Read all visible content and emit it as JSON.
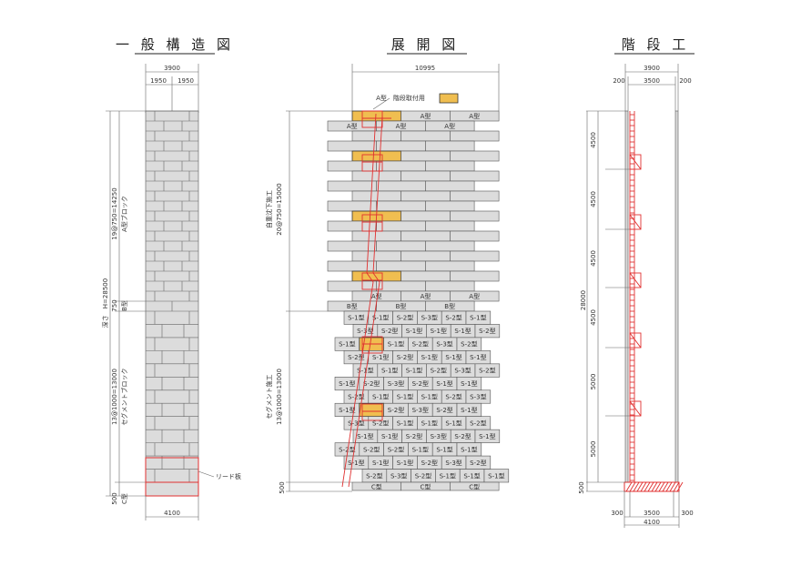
{
  "general": {
    "title": "一 般 構 造 図",
    "width_total": "3900",
    "width_half_left": "1950",
    "width_half_right": "1950",
    "depth": "深さ　H=28500",
    "a_dim": "19@750=14250",
    "a_label": "A型ブロック",
    "b_dim": "750",
    "b_label": "B型",
    "s_dim": "13@1000=13000",
    "s_label": "セグメントブロック",
    "c_dim": "500",
    "c_label": "C型",
    "bottom_width": "4100",
    "lead_plate": "リード板"
  },
  "development": {
    "title": "展 開 図",
    "width_total": "10995",
    "legend_label": "A型　階段取付用",
    "legend_color": "#f0be50",
    "self_sink_label": "自重沈下施工",
    "self_sink_dim": "20@750=15000",
    "segment_label": "セグメント施工",
    "segment_dim": "13@1000=13000",
    "c_dim": "500",
    "a_row1": [
      "",
      "A型",
      "A型"
    ],
    "a_row2": [
      "A型",
      "A型",
      "A型"
    ],
    "b_row": [
      "B型",
      "B型",
      "B型"
    ],
    "c_row": [
      "C型",
      "C型",
      "C型"
    ],
    "segment_rows": [
      [
        "S-1型",
        "S-1型",
        "S-2型",
        "S-3型",
        "S-2型",
        "S-1型"
      ],
      [
        "S-3型",
        "S-2型",
        "S-1型",
        "S-1型",
        "S-1型",
        "S-2型"
      ],
      [
        "S-1型",
        "",
        "S-1型",
        "S-2型",
        "S-3型",
        "S-2型"
      ],
      [
        "S-2型",
        "S-1型",
        "S-2型",
        "S-1型",
        "S-1型",
        "S-1型"
      ],
      [
        "S-1型",
        "S-1型",
        "S-1型",
        "S-2型",
        "S-3型",
        "S-2型"
      ],
      [
        "S-1型",
        "S-2型",
        "S-3型",
        "S-2型",
        "S-1型",
        "S-1型"
      ],
      [
        "S-2型",
        "S-1型",
        "S-1型",
        "S-1型",
        "S-2型",
        "S-3型"
      ],
      [
        "S-1型",
        "",
        "S-2型",
        "S-3型",
        "S-2型",
        "S-1型"
      ],
      [
        "S-3型",
        "S-2型",
        "S-1型",
        "S-1型",
        "S-1型",
        "S-2型"
      ],
      [
        "S-1型",
        "S-1型",
        "S-2型",
        "S-3型",
        "S-2型",
        "S-1型"
      ],
      [
        "S-2型",
        "S-2型",
        "S-2型",
        "S-1型",
        "S-1型",
        "S-1型"
      ],
      [
        "S-1型",
        "S-1型",
        "S-1型",
        "S-2型",
        "S-3型",
        "S-2型"
      ],
      [
        "S-2型",
        "S-3型",
        "S-2型",
        "S-1型",
        "S-1型",
        "S-1型"
      ]
    ]
  },
  "stair": {
    "title": "階 段 工",
    "width_total": "3900",
    "top_left": "200",
    "top_mid": "3500",
    "top_right": "200",
    "total_height": "28000",
    "spans": [
      "4500",
      "4500",
      "4500",
      "4500",
      "5000",
      "5000"
    ],
    "base_dim": "500",
    "bottom_left": "300",
    "bottom_mid": "3500",
    "bottom_right": "300",
    "bottom_width": "4100"
  },
  "colors": {
    "ladder": "#e03030",
    "block": "#dcdcdc",
    "orange": "#f0be50"
  }
}
